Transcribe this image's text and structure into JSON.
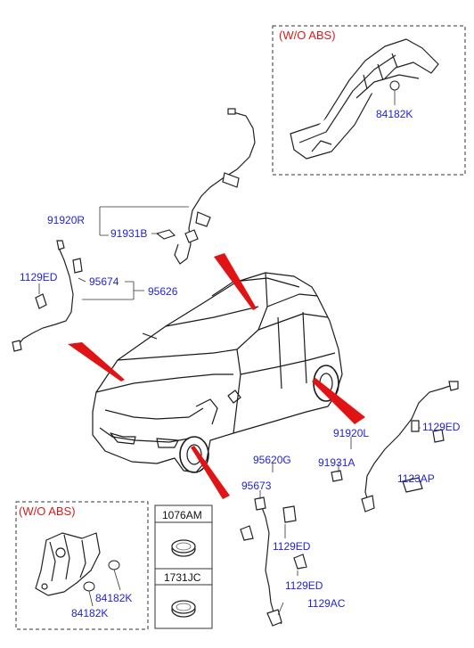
{
  "wo_abs_top": {
    "title": "(W/O ABS)",
    "part": "84182K"
  },
  "wo_abs_bottom": {
    "title": "(W/O ABS)",
    "part_1": "84182K",
    "part_2": "84182K"
  },
  "rear_left": {
    "sensor": "91920R",
    "bracket": "91931B"
  },
  "front_left": {
    "bolt": "1129ED",
    "cable": "95674",
    "sensor": "95626"
  },
  "rear_right": {
    "sensor": "91920L",
    "bracket": "91931A",
    "bolt": "1129ED",
    "clip": "1123AP"
  },
  "front_right": {
    "sensor": "95620G",
    "cable": "95673",
    "bolt_1": "1129ED",
    "bolt_2": "1129ED",
    "clip": "1129AC"
  },
  "parts_table": {
    "row_1": "1076AM",
    "row_2": "1731JC"
  },
  "colors": {
    "label_blue": "#1f1fd8",
    "callout_red": "#e01414",
    "note_red": "#d81c1c",
    "line": "#222222"
  }
}
